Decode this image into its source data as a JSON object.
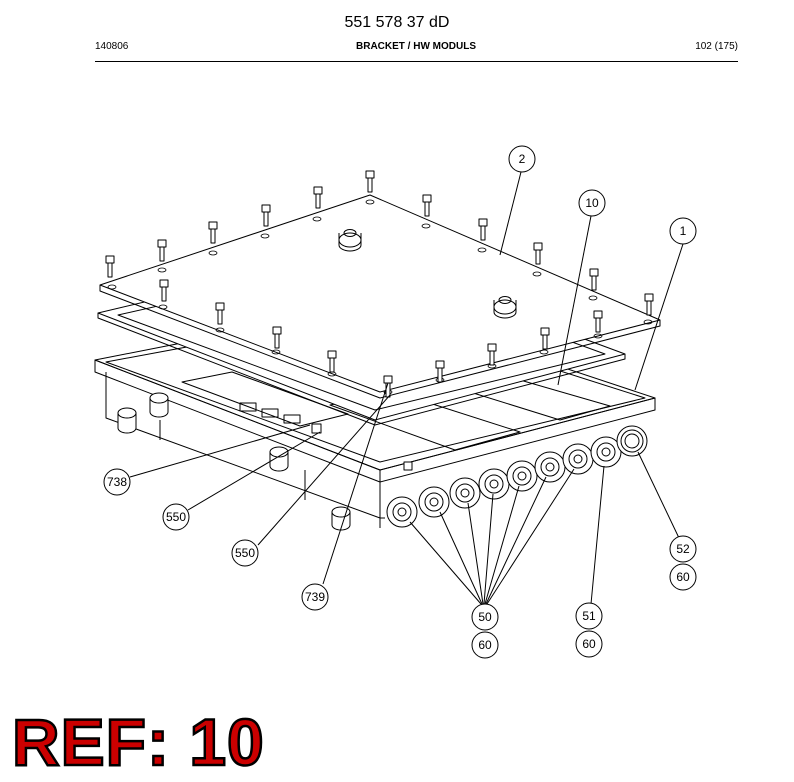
{
  "header": {
    "doc_number": "551 578 37 dD",
    "date_code": "140806",
    "title": "BRACKET / HW MODULS",
    "page": "102 (175)"
  },
  "callouts": [
    "2",
    "10",
    "1",
    "738",
    "550",
    "550",
    "739",
    "52",
    "60",
    "50",
    "60",
    "51",
    "60"
  ],
  "ref_label": "REF: 10",
  "colors": {
    "ref_fill": "#cc0000",
    "ref_outline": "#000000",
    "line": "#000000"
  }
}
